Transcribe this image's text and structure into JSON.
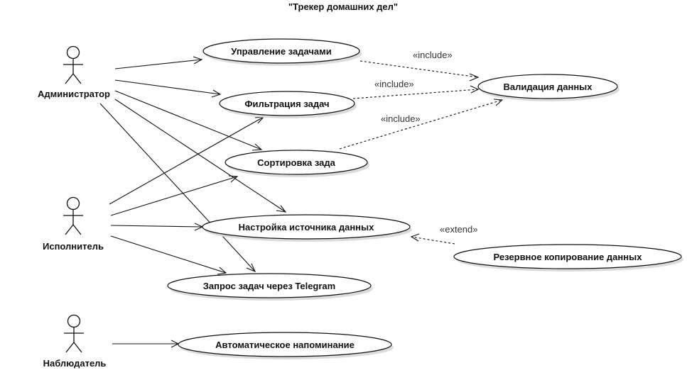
{
  "title": "\"Трекер домашних дел\"",
  "actors": {
    "admin": "Администратор",
    "executor": "Исполнитель",
    "observer": "Наблюдатель"
  },
  "use_cases": {
    "manage_tasks": "Управление задачами",
    "filter_tasks": "Фильтрация задач",
    "sort_tasks": "Сортировка зада",
    "data_source": "Настройка источника данных",
    "telegram": "Запрос задач через Telegram",
    "reminder": "Автоматическое напоминание",
    "validation": "Валидация данных",
    "backup": "Резервное копирование данных"
  },
  "stereotypes": {
    "include": "«include»",
    "extend": "«extend»"
  },
  "relations": [
    {
      "kind": "association",
      "from": "Администратор",
      "to": "Управление задачами"
    },
    {
      "kind": "association",
      "from": "Администратор",
      "to": "Фильтрация задач"
    },
    {
      "kind": "association",
      "from": "Администратор",
      "to": "Сортировка зада"
    },
    {
      "kind": "association",
      "from": "Администратор",
      "to": "Настройка источника данных"
    },
    {
      "kind": "association",
      "from": "Администратор",
      "to": "Запрос задач через Telegram"
    },
    {
      "kind": "association",
      "from": "Исполнитель",
      "to": "Фильтрация задач"
    },
    {
      "kind": "association",
      "from": "Исполнитель",
      "to": "Сортировка зада"
    },
    {
      "kind": "association",
      "from": "Исполнитель",
      "to": "Настройка источника данных"
    },
    {
      "kind": "association",
      "from": "Исполнитель",
      "to": "Запрос задач через Telegram"
    },
    {
      "kind": "association",
      "from": "Наблюдатель",
      "to": "Автоматическое напоминание"
    },
    {
      "kind": "include",
      "from": "Управление задачами",
      "to": "Валидация данных"
    },
    {
      "kind": "include",
      "from": "Фильтрация задач",
      "to": "Валидация данных"
    },
    {
      "kind": "include",
      "from": "Сортировка зада",
      "to": "Валидация данных"
    },
    {
      "kind": "extend",
      "from": "Резервное копирование данных",
      "to": "Настройка источника данных"
    }
  ]
}
